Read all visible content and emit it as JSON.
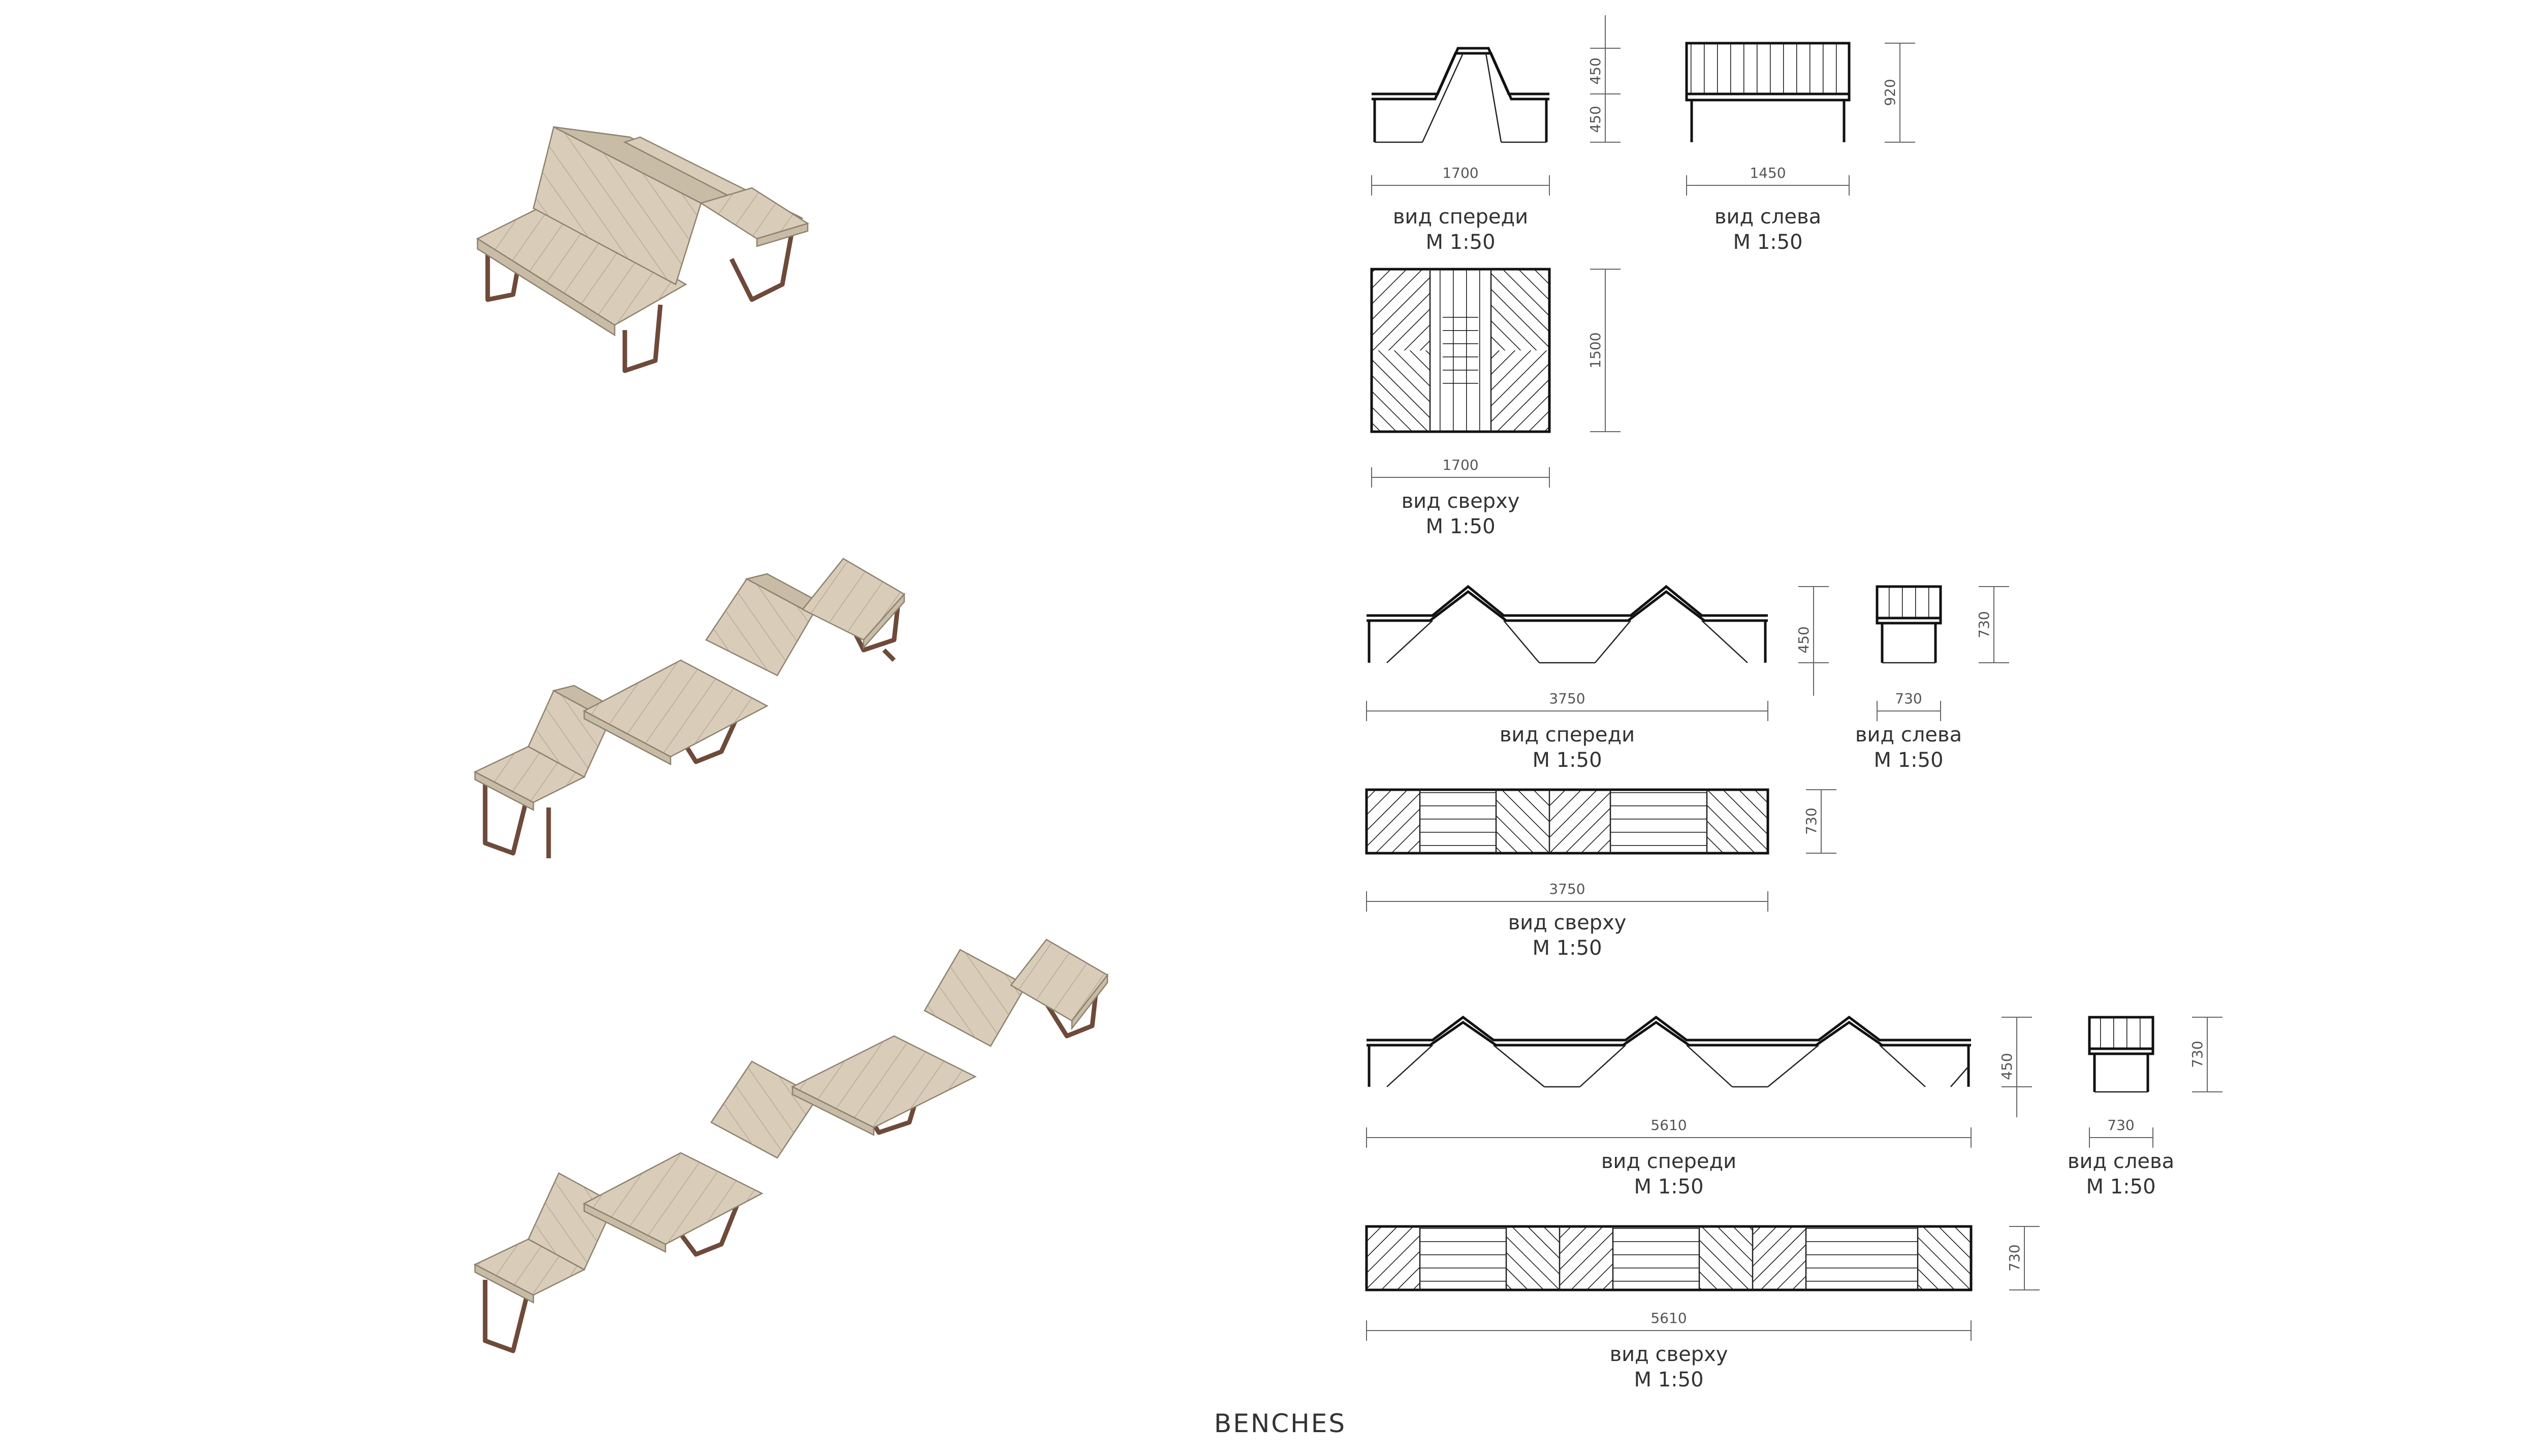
{
  "title": "BENCHES",
  "colors": {
    "wood": "#d9cdb9",
    "wood_dark": "#c9bca6",
    "legs": "#6e4a3a",
    "lines": "#111111"
  },
  "benches": [
    {
      "front": {
        "label": "вид спереди",
        "scale": "M 1:50",
        "width": "1700",
        "height_top": "450",
        "height_bottom": "450"
      },
      "left": {
        "label": "вид слева",
        "scale": "M 1:50",
        "width": "1450",
        "height": "920"
      },
      "top": {
        "label": "вид сверху",
        "scale": "M 1:50",
        "width": "1700",
        "height": "1500"
      }
    },
    {
      "front": {
        "label": "вид спереди",
        "scale": "M 1:50",
        "width": "3750",
        "height": "450"
      },
      "left": {
        "label": "вид слева",
        "scale": "M 1:50",
        "width": "730",
        "height": "730"
      },
      "top": {
        "label": "вид сверху",
        "scale": "M 1:50",
        "width": "3750",
        "height": "730"
      }
    },
    {
      "front": {
        "label": "вид спереди",
        "scale": "M 1:50",
        "width": "5610",
        "height": "450"
      },
      "left": {
        "label": "вид слева",
        "scale": "M 1:50",
        "width": "730",
        "height": "730"
      },
      "top": {
        "label": "вид сверху",
        "scale": "M 1:50",
        "width": "5610",
        "height": "730"
      }
    }
  ]
}
